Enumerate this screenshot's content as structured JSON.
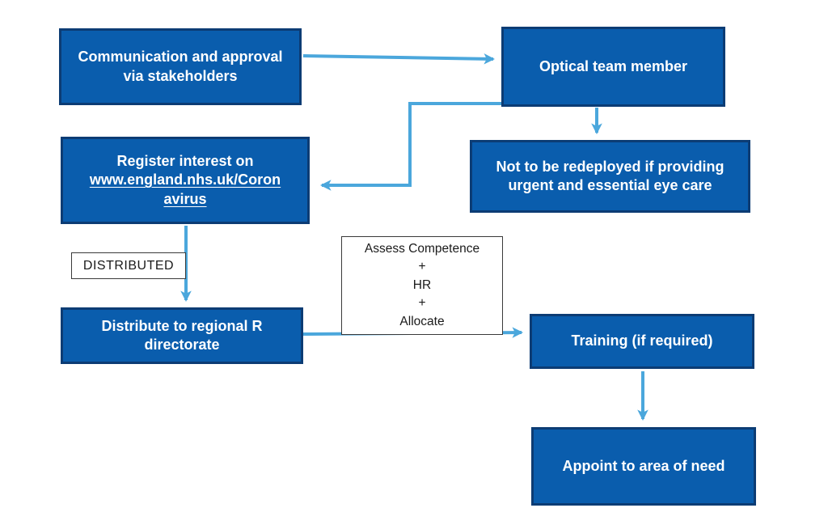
{
  "colors": {
    "node-fill": "#0a5dad",
    "node-border": "#0c3c74",
    "arrow": "#4ba7dc",
    "label-border": "#3a3a3a",
    "label-text": "#1a1a1a",
    "background": "#ffffff"
  },
  "nodes": {
    "communication": {
      "label": "Communication and approval via stakeholders"
    },
    "optical": {
      "label": "Optical team member"
    },
    "not_redeployed": {
      "label": "Not to be redeployed if providing urgent and essential eye care"
    },
    "register": {
      "intro": "Register interest on",
      "url_line1": "www.england.nhs.uk/Coron",
      "url_line2": "avirus"
    },
    "distribute": {
      "label": "Distribute to regional R directorate"
    },
    "training": {
      "label": "Training (if required)"
    },
    "appoint": {
      "label": "Appoint to area of need"
    }
  },
  "labels": {
    "distributed": "DISTRIBUTED",
    "assess_lines": [
      "Assess Competence",
      "+",
      "HR",
      "+",
      "Allocate"
    ]
  }
}
